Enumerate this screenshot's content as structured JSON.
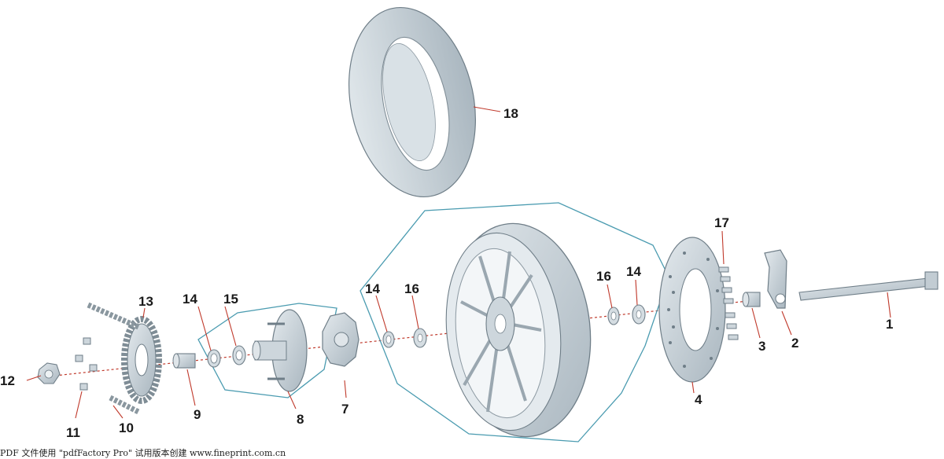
{
  "diagram": {
    "callouts": {
      "c1": "1",
      "c2": "2",
      "c3": "3",
      "c4": "4",
      "c7": "7",
      "c8": "8",
      "c9": "9",
      "c10": "10",
      "c11": "11",
      "c12": "12",
      "c13": "13",
      "c14_left": "14",
      "c15": "15",
      "c14_mid": "14",
      "c16_mid": "16",
      "c16_right": "16",
      "c14_right": "14",
      "c17": "17",
      "c18": "18"
    },
    "footer_note": "PDF 文件使用 \"pdfFactory Pro\" 试用版本创建 www.fineprint.com.cn"
  },
  "colors": {
    "part_fill": "#c9d3da",
    "part_stroke": "#6f7e88",
    "group_outline": "#4a9bb0",
    "axis_line": "#c0392b",
    "label": "#1a1a1a"
  }
}
